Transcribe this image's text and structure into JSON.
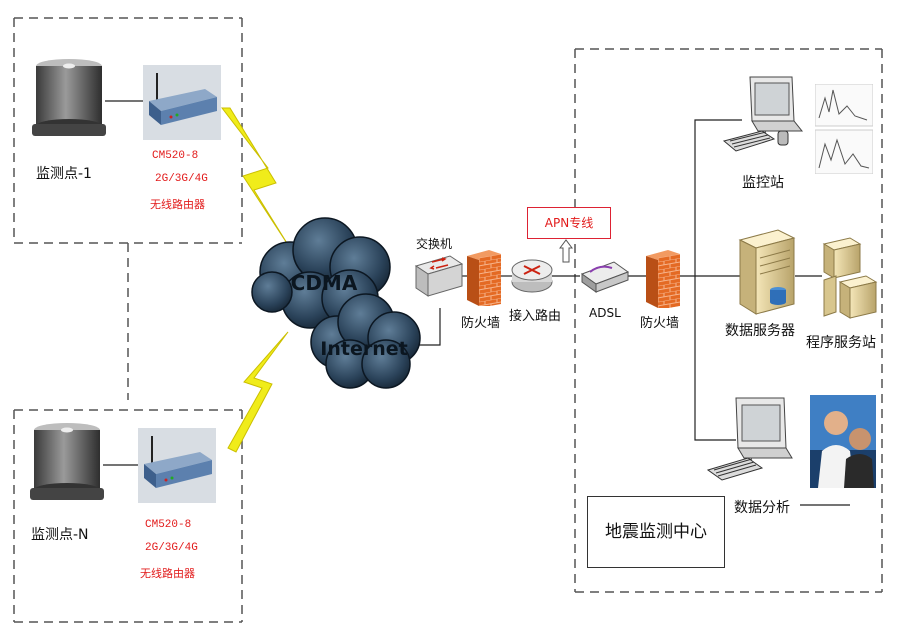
{
  "site_top": {
    "name": "监测点-1",
    "device_model": "CM520-8",
    "device_network": "2G/3G/4G",
    "device_type": "无线路由器"
  },
  "site_bottom": {
    "name": "监测点-N",
    "device_model": "CM520-8",
    "device_network": "2G/3G/4G",
    "device_type": "无线路由器"
  },
  "network": {
    "cloud_top": "CDMA",
    "cloud_bottom": "Internet"
  },
  "core": {
    "switch": "交换机",
    "firewall_left": "防火墙",
    "router": "接入路由",
    "apn": "APN专线",
    "adsl": "ADSL",
    "firewall_right": "防火墙"
  },
  "center": {
    "monitor_station": "监控站",
    "data_server": "数据服务器",
    "program_server": "程序服务站",
    "data_analysis": "数据分析",
    "title": "地震监测中心"
  },
  "colors": {
    "red_text": "#e21b1b",
    "lightning": "#f0ec1a",
    "cloud": "#1f3346",
    "firewall": "#e46a24"
  }
}
